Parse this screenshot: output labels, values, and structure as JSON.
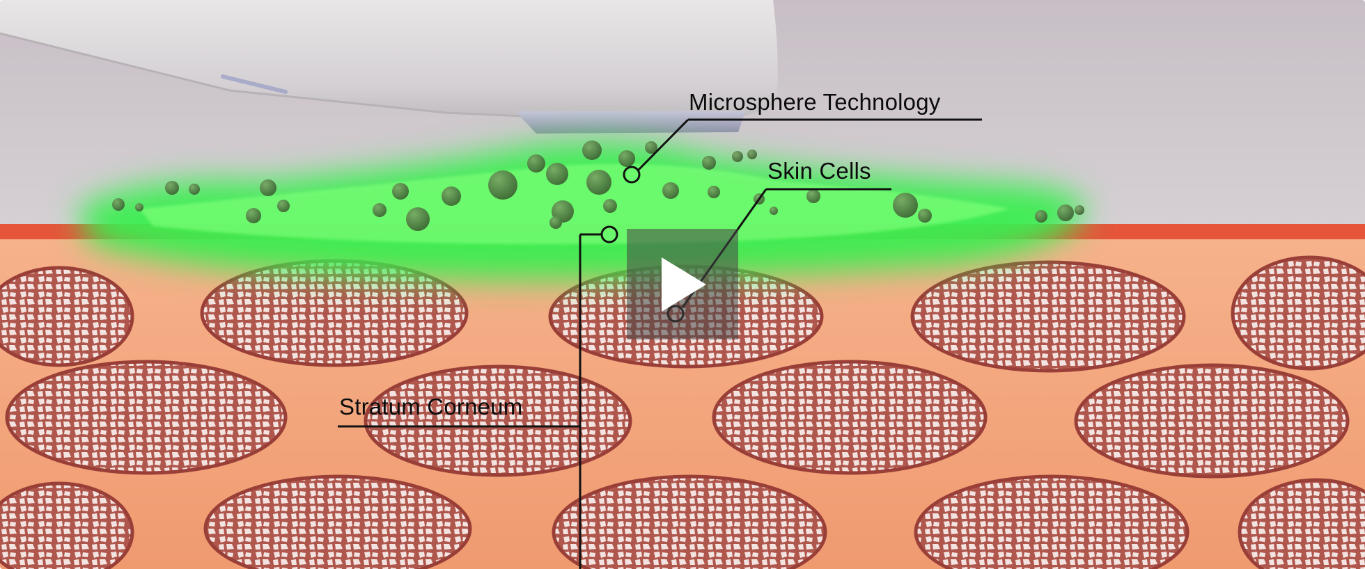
{
  "video": {
    "labels": {
      "microsphere": "Microsphere Technology",
      "skin_cells": "Skin Cells",
      "stratum": "Stratum Corneum"
    },
    "play_icon": "play-icon",
    "colors": {
      "device": "#d9d5d7",
      "background": "#cfc8cd",
      "glow": "#2fe84a",
      "microspheres": "#3f6d35",
      "skin": "#f3a57c",
      "skin_surface": "#e9573a",
      "cells": "#a84a43",
      "play_overlay": "#464646"
    }
  }
}
